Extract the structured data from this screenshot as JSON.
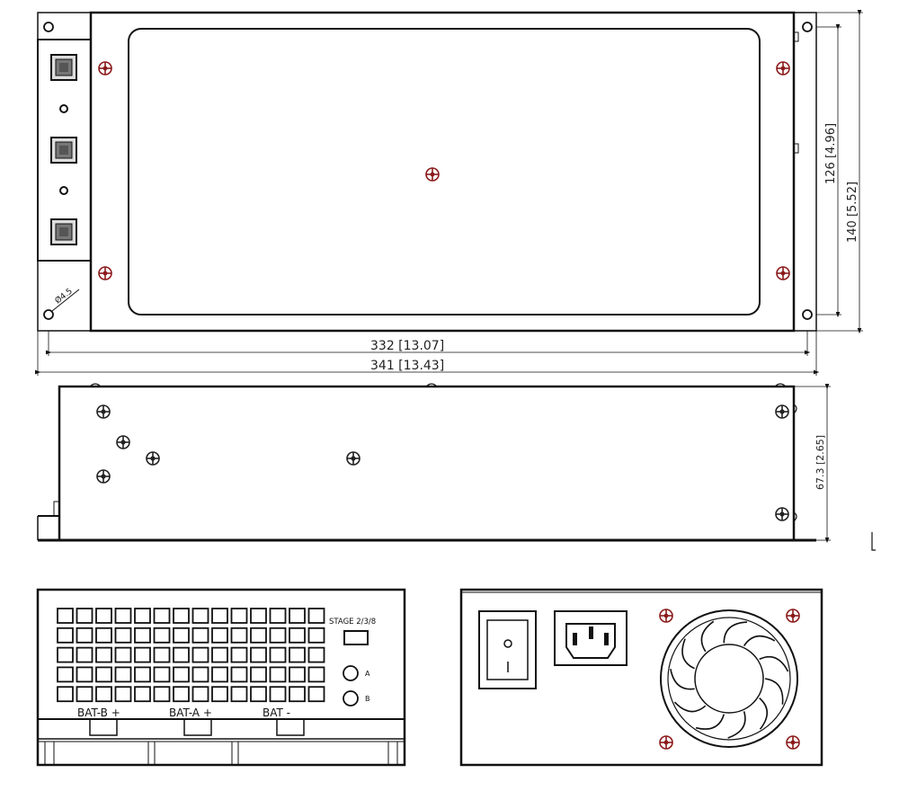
{
  "top_view": {
    "dim_width_inner": "332 [13.07]",
    "dim_width_outer": "341 [13.43]",
    "dim_height_inner": "126 [4.96]",
    "dim_height_outer": "140 [5.52]",
    "hole_label": "Ø4.5"
  },
  "side_view": {
    "dim_height": "67.3 [2.65]"
  },
  "front_left_panel": {
    "stage_label": "STAGE 2/3/8",
    "led_a_label": "A",
    "led_b_label": "B",
    "terminals": [
      "BAT-B +",
      "BAT-A +",
      "BAT -"
    ]
  },
  "colors": {
    "line": "#111111",
    "screw": "#8b1a1a"
  },
  "icons": [
    "screw-icon",
    "terminal-icon",
    "power-switch-icon",
    "ac-inlet-icon",
    "fan-icon"
  ]
}
